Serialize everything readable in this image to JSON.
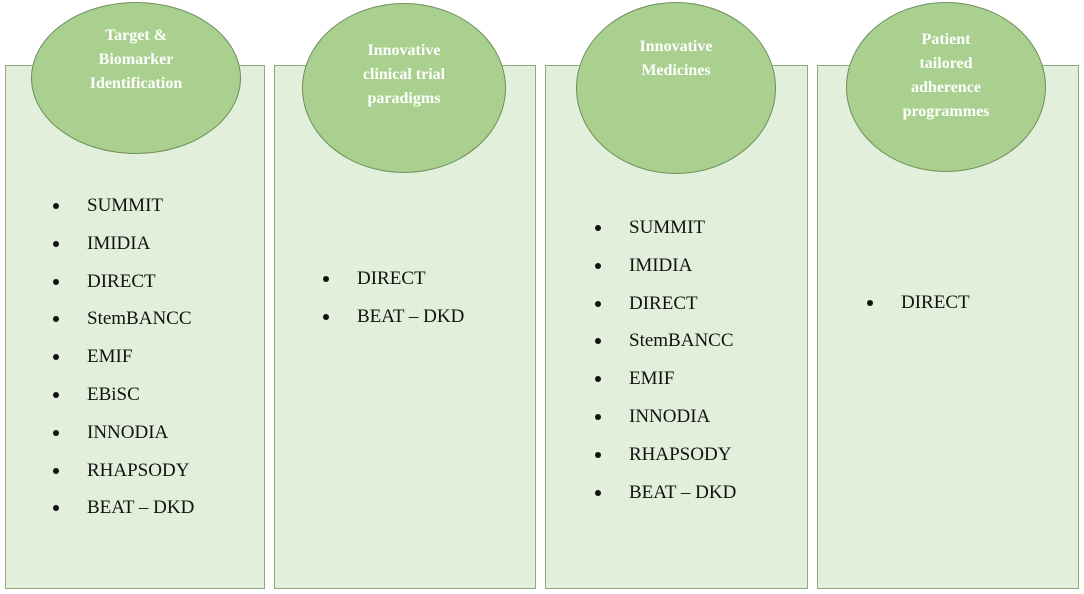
{
  "columns": [
    {
      "title": "Target &\nBiomarker\nIdentification",
      "items": [
        "SUMMIT",
        "IMIDIA",
        "DIRECT",
        "StemBANCC",
        "EMIF",
        "EBiSC",
        "INNODIA",
        "RHAPSODY",
        "BEAT – DKD"
      ]
    },
    {
      "title": "Innovative\nclinical trial\nparadigms",
      "items": [
        "DIRECT",
        "BEAT – DKD"
      ]
    },
    {
      "title": "Innovative\nMedicines",
      "items": [
        "SUMMIT",
        "IMIDIA",
        "DIRECT",
        "StemBANCC",
        "EMIF",
        "INNODIA",
        "RHAPSODY",
        "BEAT – DKD"
      ]
    },
    {
      "title": "Patient\ntailored\nadherence\nprogrammes",
      "items": [
        "DIRECT"
      ]
    }
  ],
  "colors": {
    "panel_fill": "#e2efda",
    "panel_border": "#8fa97f",
    "circle_fill": "#a9d08e",
    "circle_border": "#6f8f5c",
    "circle_text": "#ffffff",
    "item_text": "#111111"
  }
}
